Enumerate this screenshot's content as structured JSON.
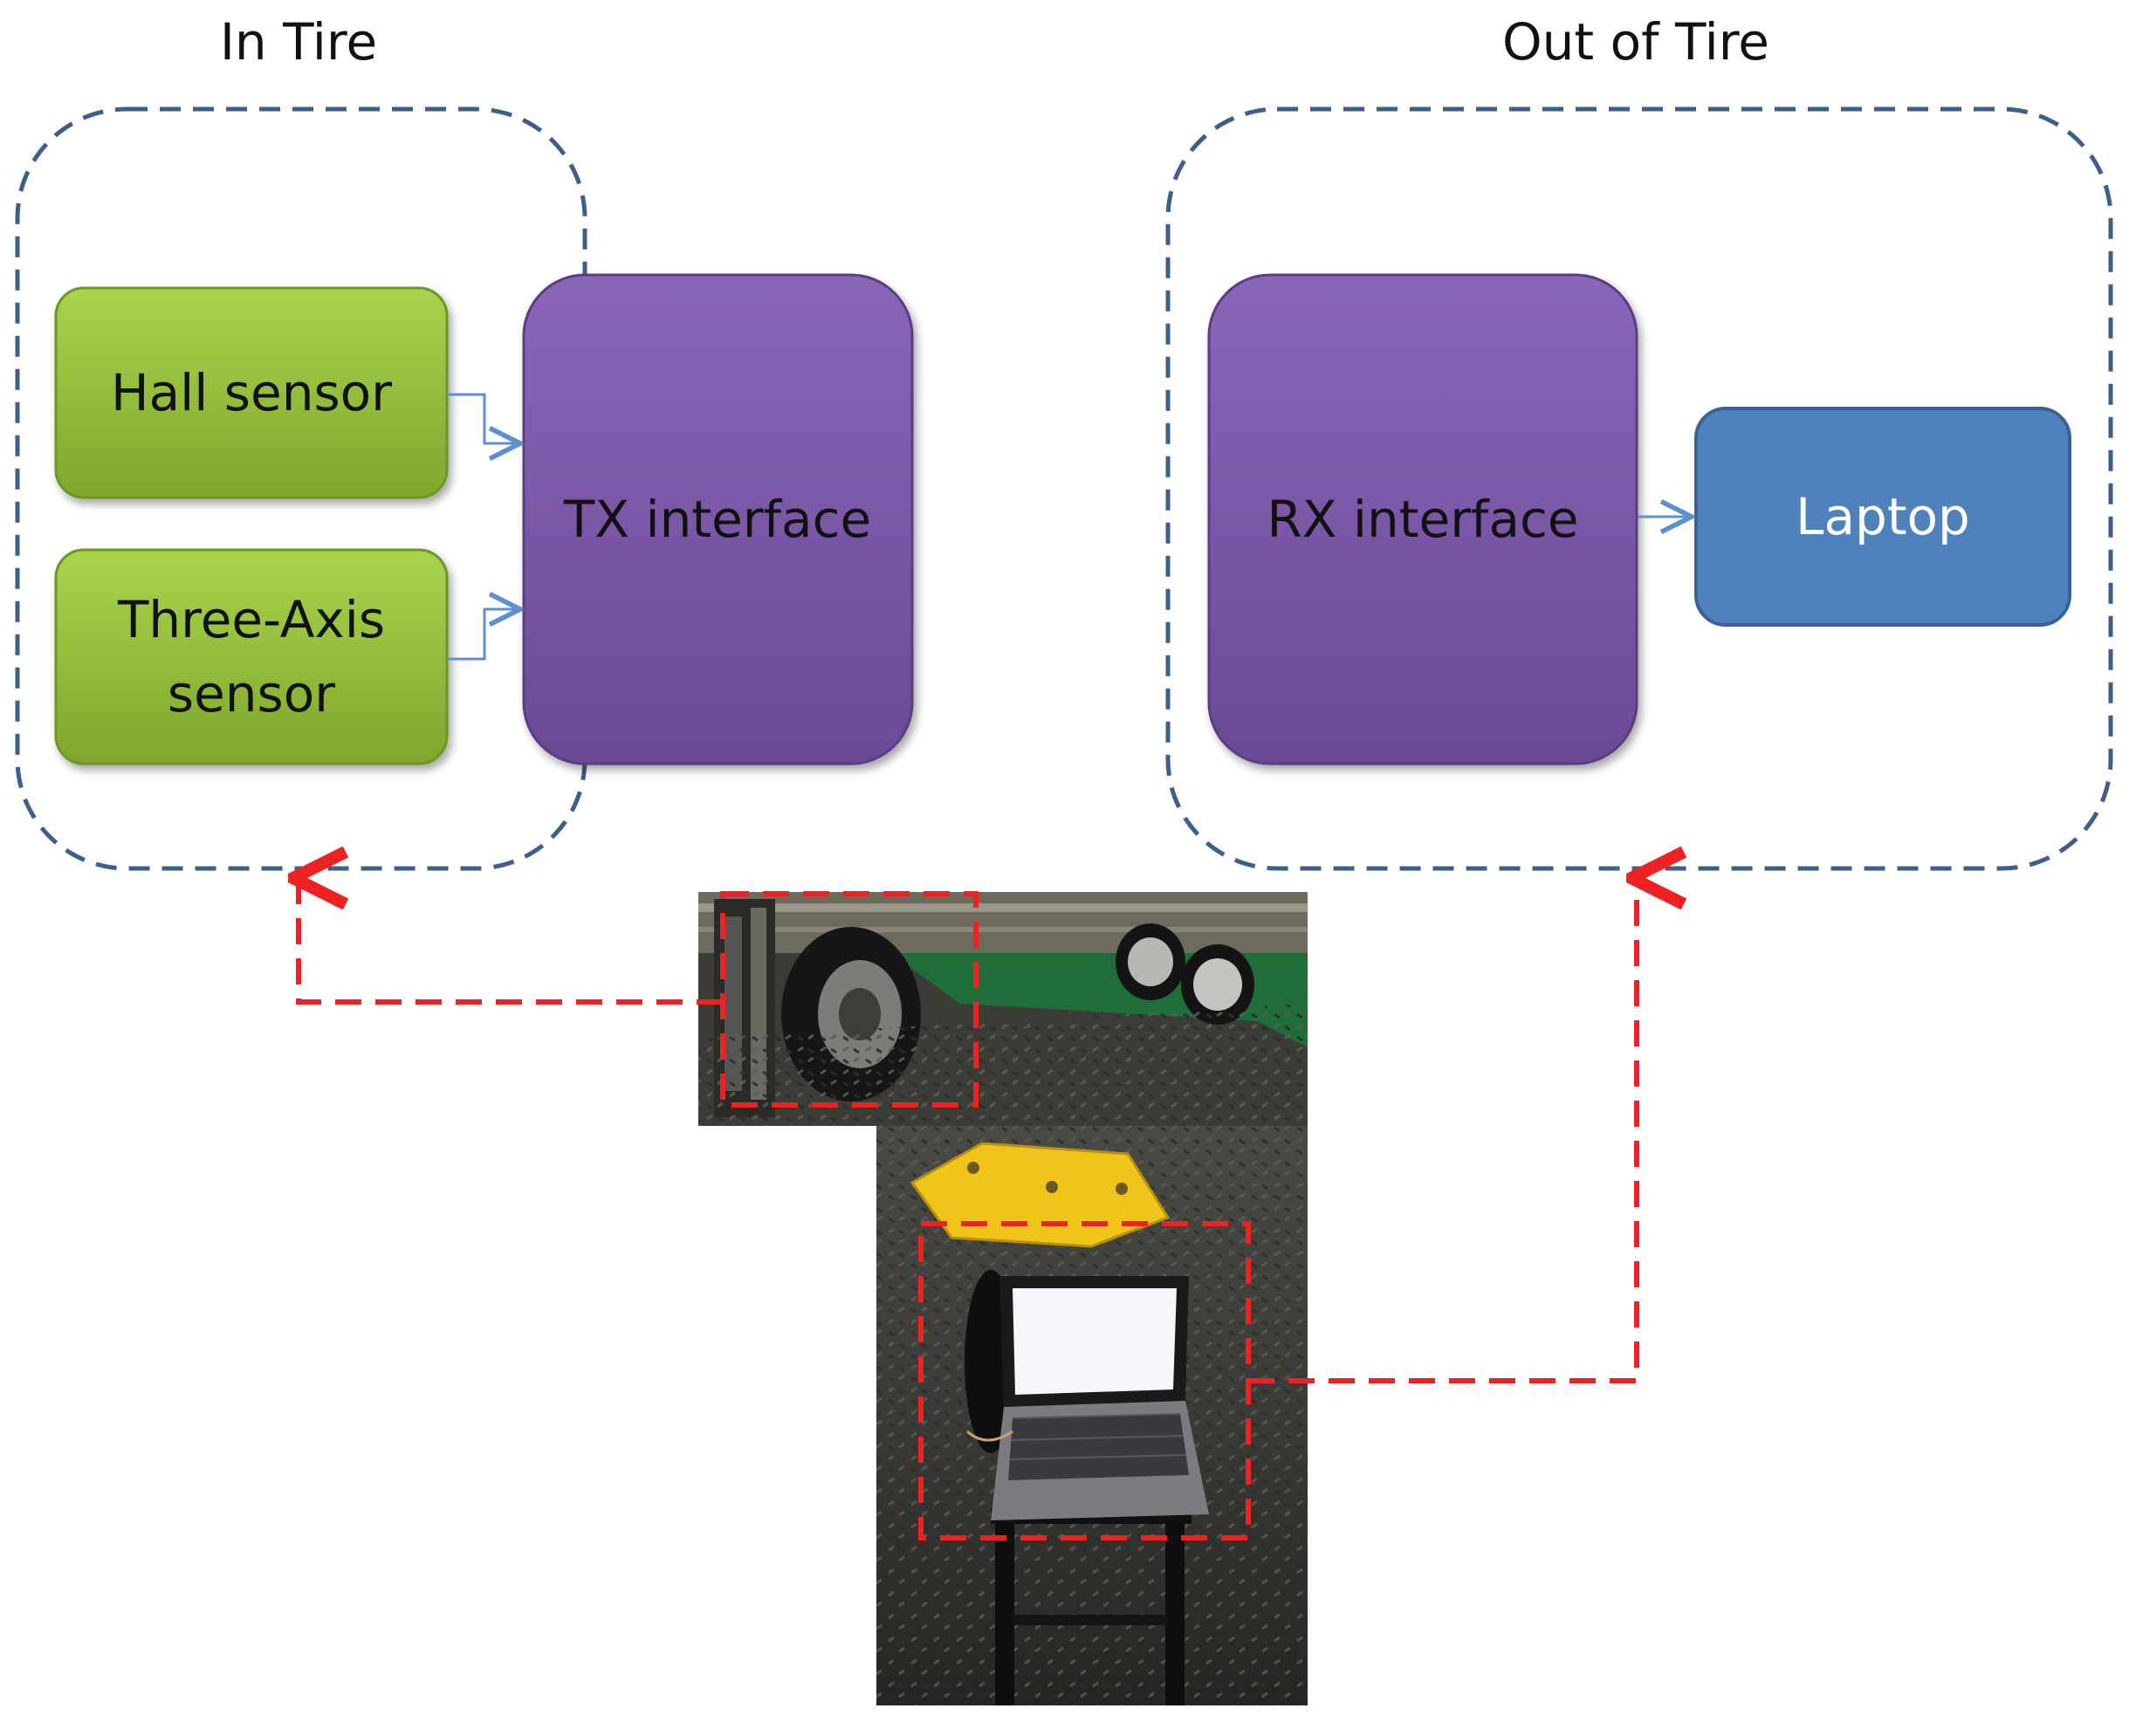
{
  "groups": {
    "in_tire": {
      "label": "In Tire"
    },
    "out_of_tire": {
      "label": "Out of Tire"
    }
  },
  "blocks": {
    "hall_sensor": {
      "label": "Hall sensor",
      "color": "#8fba3a"
    },
    "three_axis_sensor": {
      "line1": "Three-Axis",
      "line2": "sensor",
      "color": "#8fba3a"
    },
    "tx_interface": {
      "label": "TX interface",
      "color": "#7b59a8"
    },
    "rx_interface": {
      "label": "RX interface",
      "color": "#7b59a8"
    },
    "laptop": {
      "label": "Laptop",
      "color": "#4f81bd"
    }
  },
  "colors": {
    "group_border": "#3d5f8a",
    "connector": "#5b8fd0",
    "callout": "#ee2222"
  },
  "photo": {
    "top_view": "tire-on-test-rig-photo",
    "bottom_view": "laptop-receiver-photo"
  }
}
